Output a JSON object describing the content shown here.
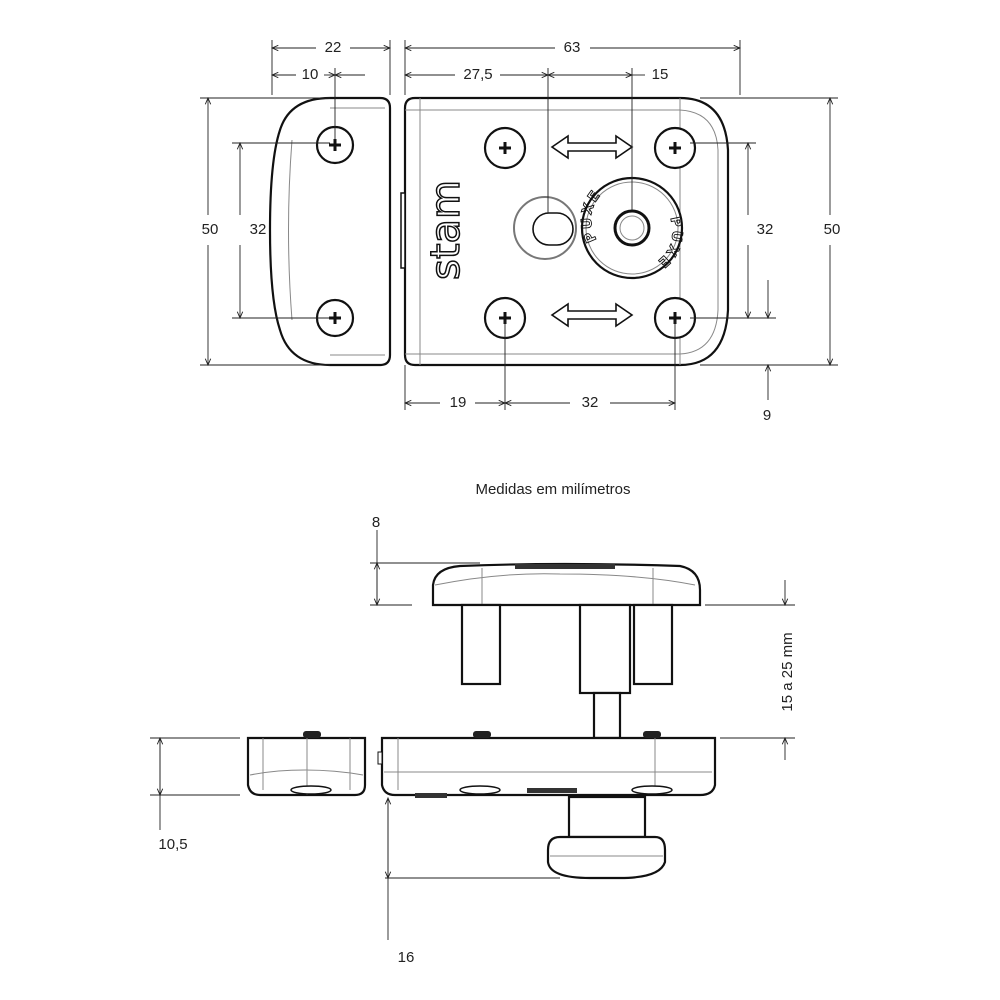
{
  "caption": "Medidas em milímetros",
  "brand": "stam",
  "knob_text": [
    "PUXE",
    "PUXE"
  ],
  "dimensions_top": {
    "keeper_width": "22",
    "keeper_hole_offset": "10",
    "body_width": "63",
    "slot_offset": "27,5",
    "knob_offset": "15",
    "height_left": "50",
    "hole_spacing_left": "32",
    "hole_spacing_right": "32",
    "height_right": "50",
    "hole_offset_bottom": "19",
    "hole_spacing_bottom": "32",
    "hole_edge_offset": "9"
  },
  "dimensions_side": {
    "plate_thickness": "8",
    "door_range": "15 a 25 mm",
    "body_thickness": "10,5",
    "knob_depth": "16"
  },
  "colors": {
    "line": "#111111",
    "thin": "#888888",
    "background": "#ffffff"
  }
}
